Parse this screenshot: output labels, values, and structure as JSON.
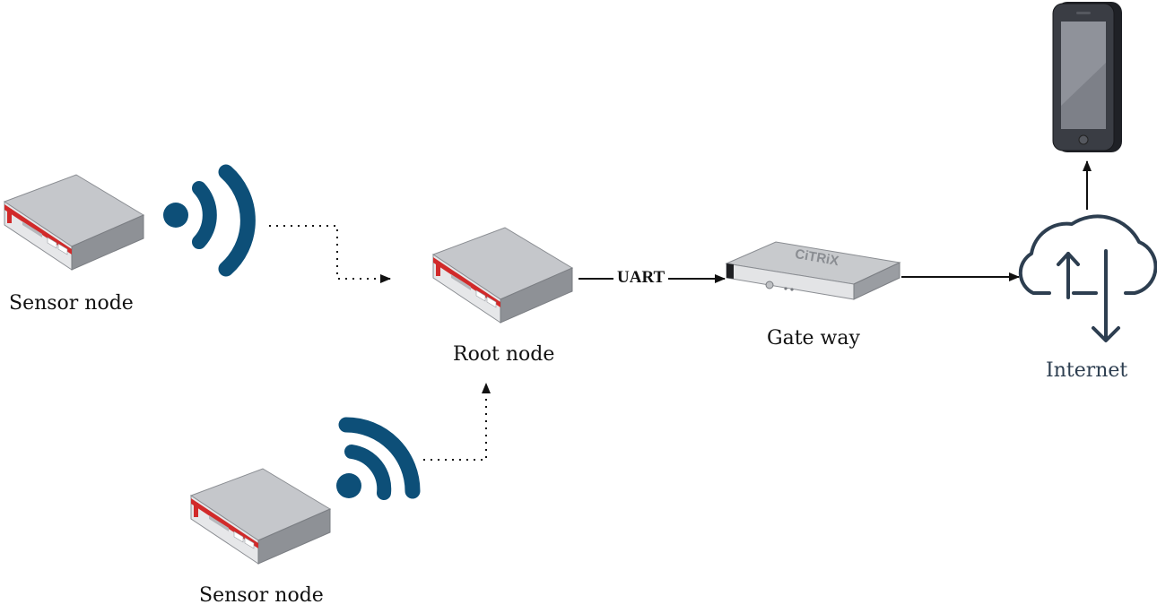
{
  "labels": {
    "sensor_node_top": "Sensor node",
    "sensor_node_bottom": "Sensor node",
    "root_node": "Root node",
    "gateway": "Gate way",
    "internet": "Internet",
    "uart": "UART",
    "gateway_brand": "CiTRiX"
  },
  "colors": {
    "wifi": "#0d4f78",
    "device_top": "#c5c7cb",
    "device_side": "#8e9196",
    "device_stripe": "#d12a2a",
    "cloud_stroke": "#2d3e50",
    "phone_body": "#1f2126",
    "connector": "#111111"
  },
  "icons": [
    "router-icon",
    "wifi-signal-icon",
    "rack-server-icon",
    "cloud-upload-download-icon",
    "smartphone-icon"
  ]
}
